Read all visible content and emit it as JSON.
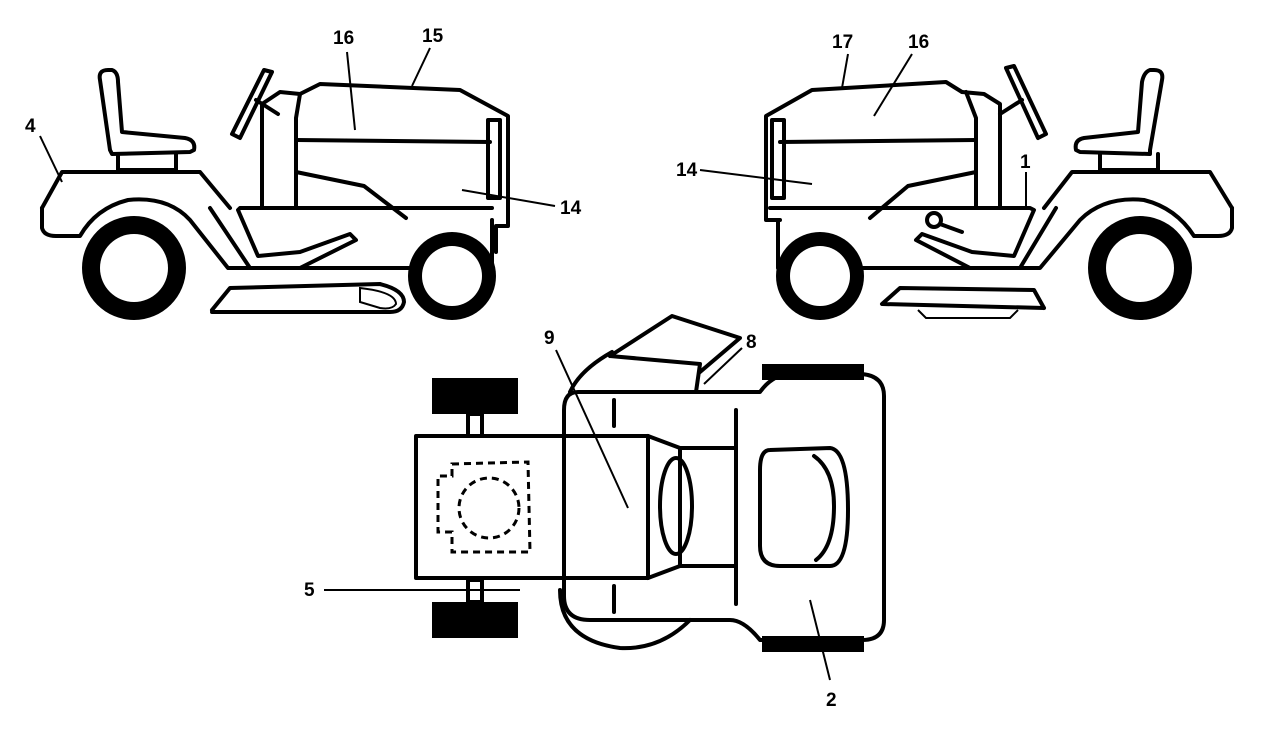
{
  "diagram": {
    "colors": {
      "line": "#000000",
      "background": "#ffffff"
    },
    "views": [
      {
        "id": "left-side-view",
        "callouts": [
          "4",
          "16",
          "15",
          "14"
        ]
      },
      {
        "id": "right-side-view",
        "callouts": [
          "17",
          "16",
          "14",
          "1"
        ]
      },
      {
        "id": "top-view",
        "callouts": [
          "9",
          "8",
          "5",
          "2"
        ]
      }
    ]
  }
}
